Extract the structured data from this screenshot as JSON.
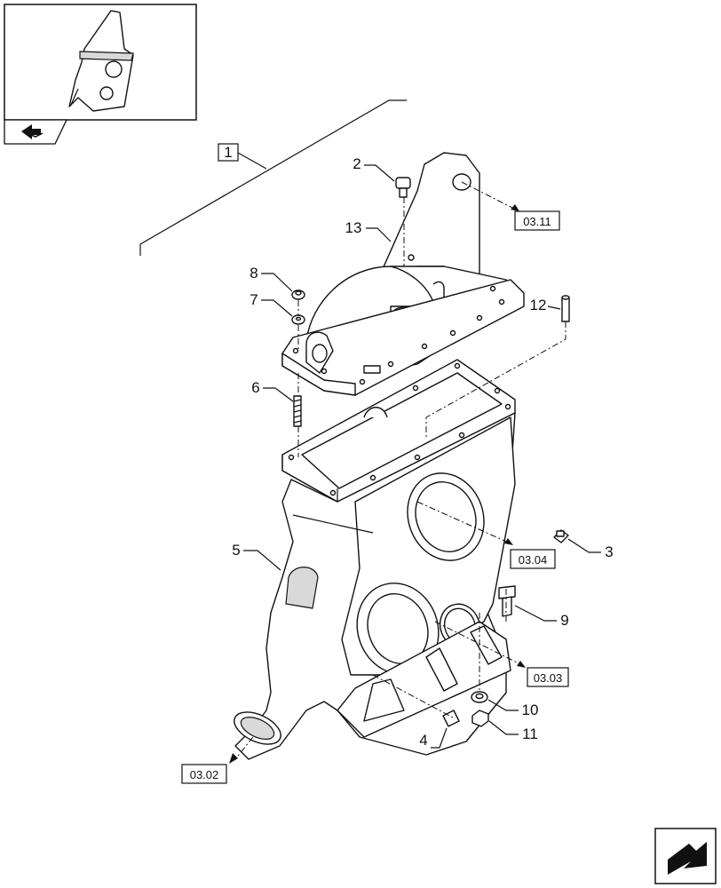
{
  "callouts": {
    "c1": "1",
    "c2": "2",
    "c3": "3",
    "c4": "4",
    "c5": "5",
    "c6": "6",
    "c7": "7",
    "c8": "8",
    "c9": "9",
    "c10": "10",
    "c11": "11",
    "c12": "12",
    "c13": "13"
  },
  "references": {
    "r0311": "03.11",
    "r0304": "03.04",
    "r0303": "03.03",
    "r0302": "03.02"
  },
  "icons": {
    "thumbnail": "assembly-thumbnail-icon",
    "prev_page": "previous-page-arrow-icon",
    "next_page": "next-page-arrow-icon"
  }
}
